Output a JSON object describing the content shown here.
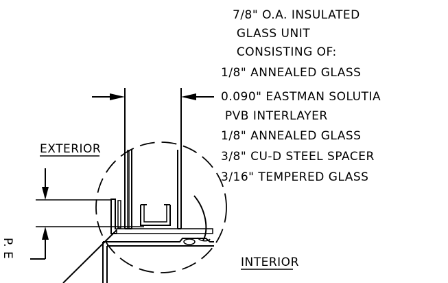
{
  "spec_lines": [
    "7/8\" O.A. INSULATED",
    " GLASS UNIT",
    " CONSISTING OF:",
    "1/8\" ANNEALED GLASS",
    "0.090\" EASTMAN SOLUTIA",
    " PVB INTERLAYER",
    "1/8\" ANNEALED GLASS",
    "3/8\" CU-D STEEL SPACER",
    "3/16\" TEMPERED GLASS"
  ],
  "labels": {
    "exterior": "EXTERIOR",
    "interior": "INTERIOR",
    "cut_left_top": "P.",
    "cut_left_bottom": "E"
  },
  "colors": {
    "line": "#000000",
    "background": "#ffffff"
  }
}
